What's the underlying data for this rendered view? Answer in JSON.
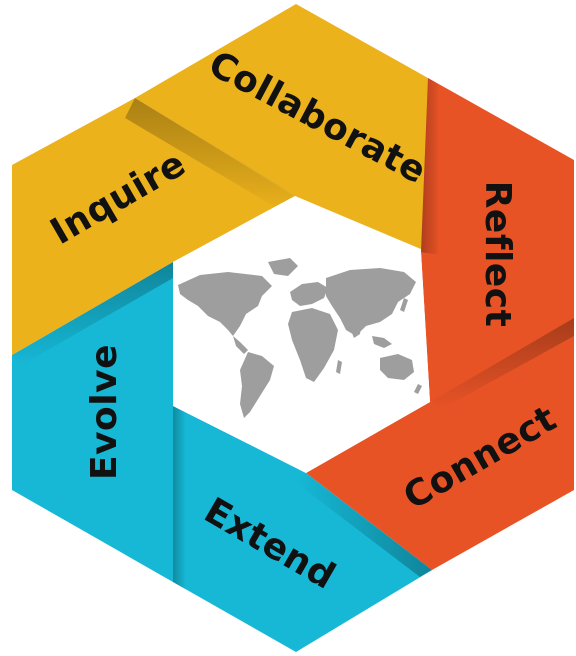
{
  "diagram": {
    "segments": [
      {
        "id": "collaborate",
        "label": "Collaborate",
        "color": "#ECB21C"
      },
      {
        "id": "inquire",
        "label": "Inquire",
        "color": "#ECB21C"
      },
      {
        "id": "reflect",
        "label": "Reflect",
        "color": "#E85326"
      },
      {
        "id": "connect",
        "label": "Connect",
        "color": "#E85326"
      },
      {
        "id": "extend",
        "label": "Extend",
        "color": "#16B8D6"
      },
      {
        "id": "evolve",
        "label": "Evolve",
        "color": "#16B8D6"
      }
    ],
    "center": {
      "image": "world-map",
      "background": "#ffffff",
      "map_color": "#9e9e9e"
    }
  }
}
